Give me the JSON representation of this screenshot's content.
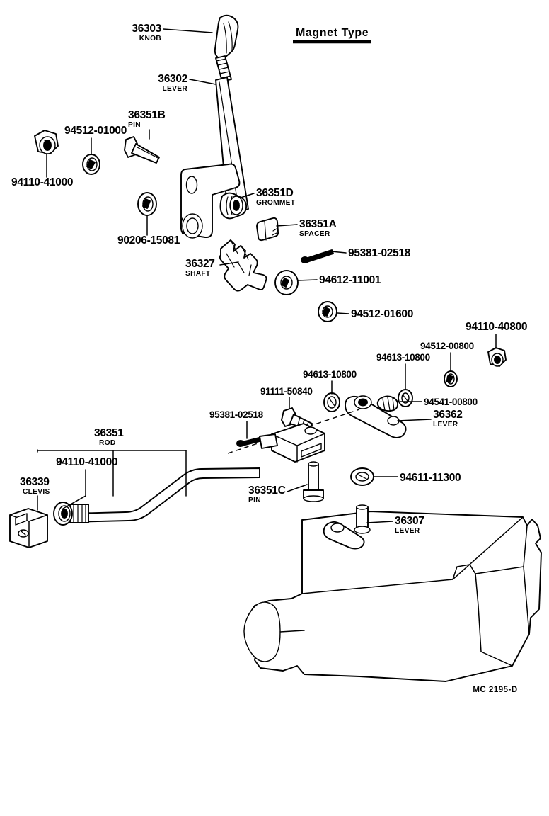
{
  "sheet": {
    "heading": "Magnet  Type",
    "diagram_code": "MC 2195-D"
  },
  "callouts": {
    "knob": {
      "number": "36303",
      "name": "KNOB"
    },
    "lever_main": {
      "number": "36302",
      "name": "LEVER"
    },
    "pin_b": {
      "number": "36351B",
      "name": "PIN"
    },
    "nut_top": {
      "number": "94110-41000",
      "name": ""
    },
    "washer_top": {
      "number": "94512-01000",
      "name": ""
    },
    "bushing": {
      "number": "90206-15081",
      "name": ""
    },
    "grommet": {
      "number": "36351D",
      "name": "GROMMET"
    },
    "spacer": {
      "number": "36351A",
      "name": "SPACER"
    },
    "shaft": {
      "number": "36327",
      "name": "SHAFT"
    },
    "pin_split_top": {
      "number": "95381-02518",
      "name": ""
    },
    "washer_mid": {
      "number": "94612-11001",
      "name": ""
    },
    "washer_lock": {
      "number": "94512-01600",
      "name": ""
    },
    "nut_right": {
      "number": "94110-40800",
      "name": ""
    },
    "washer_right": {
      "number": "94512-00800",
      "name": ""
    },
    "washer_r2": {
      "number": "94613-10800",
      "name": ""
    },
    "washer_l2": {
      "number": "94613-10800",
      "name": ""
    },
    "clip": {
      "number": "94541-00800",
      "name": ""
    },
    "lever_362": {
      "number": "36362",
      "name": "LEVER"
    },
    "bolt": {
      "number": "91111-50840",
      "name": ""
    },
    "pin_split_low": {
      "number": "95381-02518",
      "name": ""
    },
    "rod": {
      "number": "36351",
      "name": "ROD"
    },
    "nut_rod": {
      "number": "94110-41000",
      "name": ""
    },
    "clevis": {
      "number": "36339",
      "name": "CLEVIS"
    },
    "pin_c": {
      "number": "36351C",
      "name": "PIN"
    },
    "washer_611": {
      "number": "94611-11300",
      "name": ""
    },
    "lever_307": {
      "number": "36307",
      "name": "LEVER"
    }
  },
  "colors": {
    "ink": "#000000",
    "paper": "#ffffff"
  }
}
